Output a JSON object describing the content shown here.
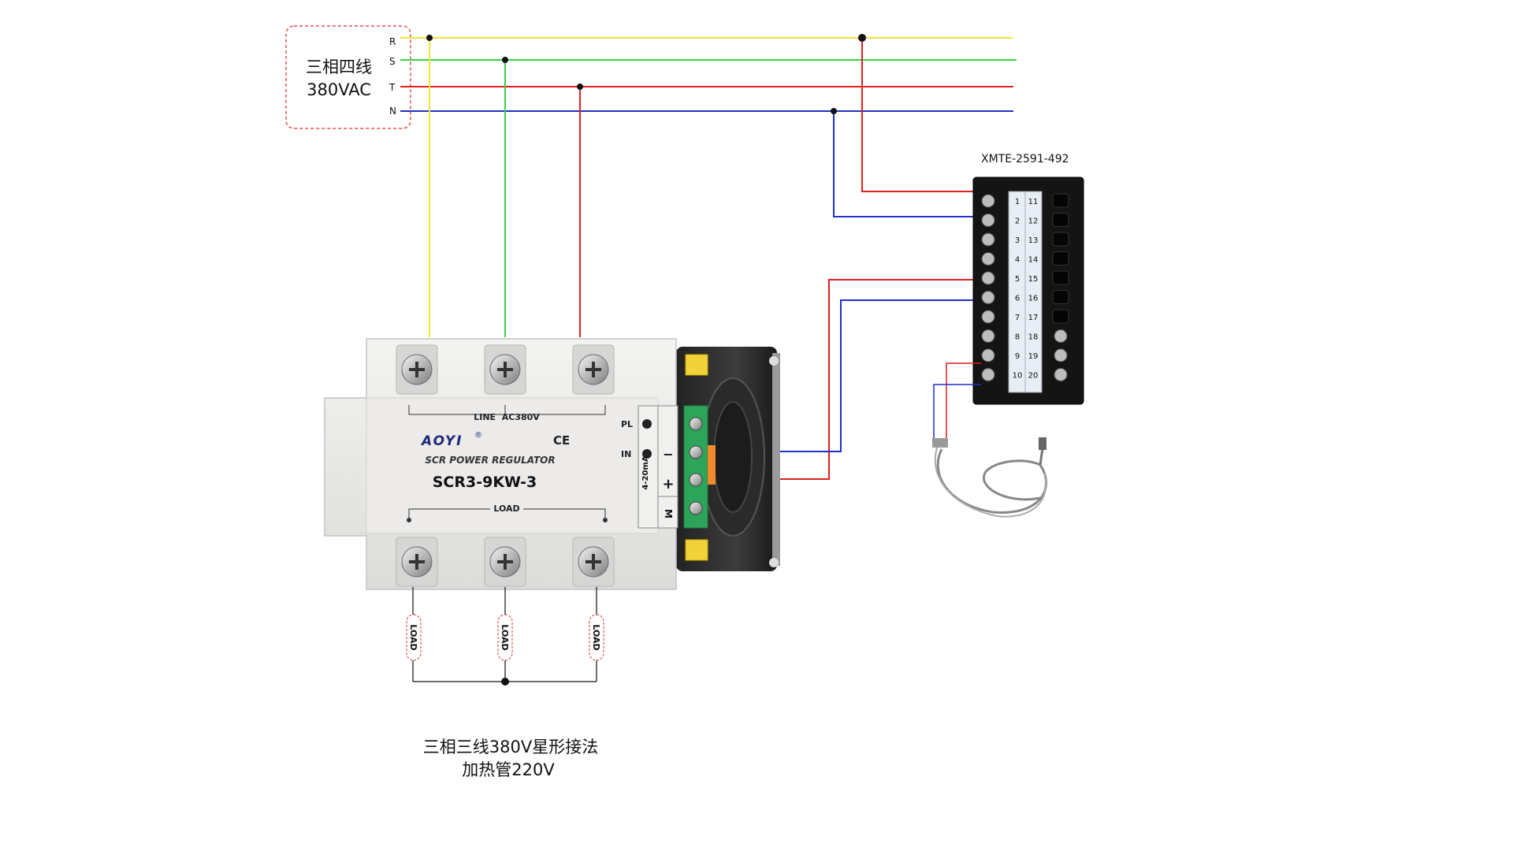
{
  "power_source": {
    "label_line1": "三相四线",
    "label_line2": "380VAC",
    "phases": [
      "R",
      "S",
      "T",
      "N"
    ]
  },
  "colors": {
    "R": "#f2e23a",
    "S": "#38d14a",
    "T": "#e11f1f",
    "N": "#1f31c8",
    "signal_pos": "#e11f1f",
    "signal_neg": "#1f31c8",
    "source_box": "#e05050"
  },
  "regulator": {
    "brand": "AOYI",
    "brand_mark": "®",
    "ce": "CE",
    "line_label": "LINE  AC380V",
    "product_name": "SCR POWER REGULATOR",
    "model": "SCR3-9KW-3",
    "load_label": "LOAD",
    "pl_label": "PL",
    "in_label": "IN",
    "signal_label": "4-20mA",
    "minus": "−",
    "plus": "+",
    "m_label": "M"
  },
  "controller": {
    "model": "XMTE-2591-492",
    "terminals_left": [
      "1",
      "2",
      "3",
      "4",
      "5",
      "6",
      "7",
      "8",
      "9",
      "10"
    ],
    "terminals_right": [
      "11",
      "12",
      "13",
      "14",
      "15",
      "16",
      "17",
      "18",
      "19",
      "20"
    ]
  },
  "loads": [
    "LOAD",
    "LOAD",
    "LOAD"
  ],
  "caption": {
    "line1": "三相三线380V星形接法",
    "line2": "加热管220V"
  }
}
